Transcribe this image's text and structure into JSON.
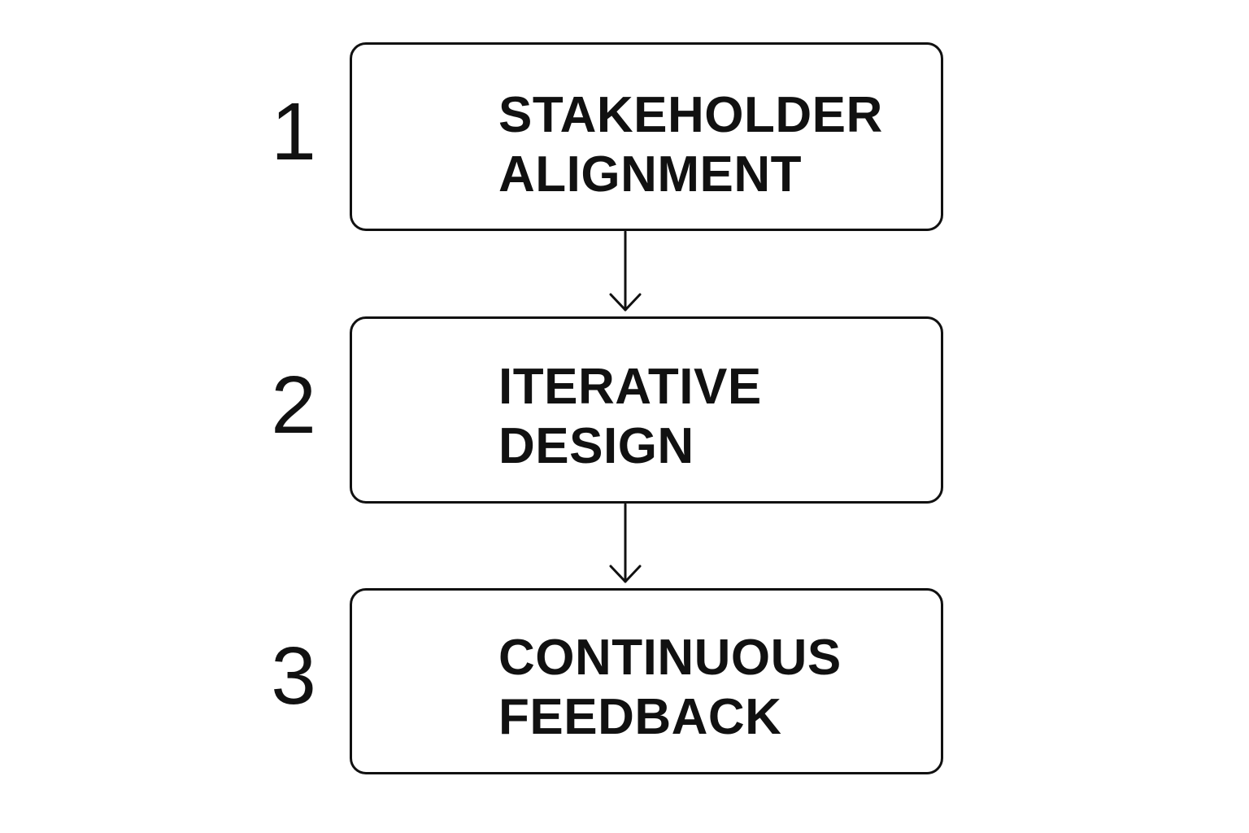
{
  "steps": [
    {
      "number": "1",
      "lines": [
        "STAKEHOLDER",
        "ALIGNMENT"
      ]
    },
    {
      "number": "2",
      "lines": [
        "ITERATIVE",
        "DESIGN"
      ]
    },
    {
      "number": "3",
      "lines": [
        "CONTINUOUS",
        "FEEDBACK"
      ]
    }
  ],
  "colors": {
    "stroke": "#111111",
    "text": "#111111",
    "background": "#ffffff"
  }
}
